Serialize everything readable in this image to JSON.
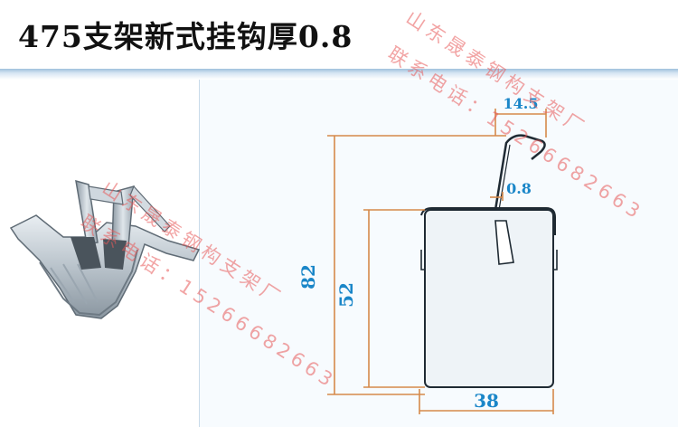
{
  "title": "475支架新式挂钩厚0.8",
  "dimensions": {
    "width_top": "14.5",
    "thickness": "0.8",
    "height_total": "82",
    "height_body": "52",
    "width_bottom": "38"
  },
  "watermark": {
    "line1": "山东晟泰钢构支架厂",
    "line2": "联系电话：15266682663"
  },
  "colors": {
    "dimension_text": "#1a86c8",
    "dimension_line": "#d6894a",
    "watermark": "#e85a5a"
  }
}
